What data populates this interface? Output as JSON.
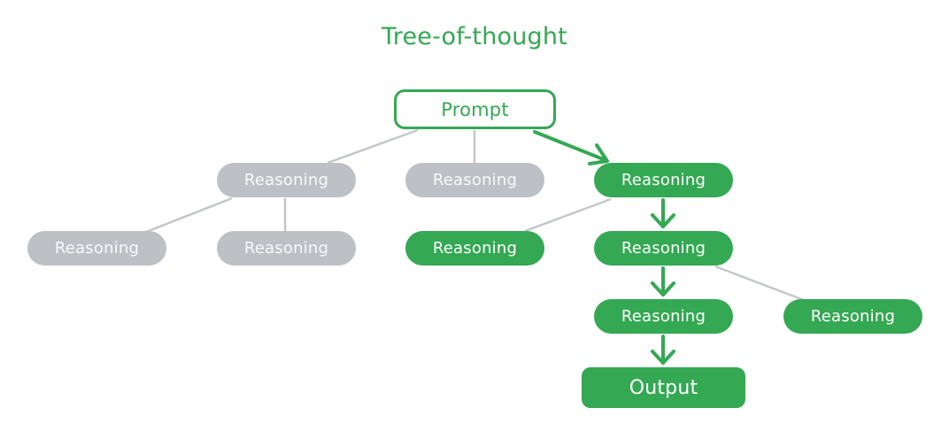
{
  "title": "Tree-of-thought",
  "colors": {
    "selected": "#34a853",
    "unselected": "#bdc1c6",
    "edge_unselected": "#c4c7ca"
  },
  "nodes": {
    "prompt": {
      "label": "Prompt",
      "state": "selected"
    },
    "r1_left": {
      "label": "Reasoning",
      "state": "unselected"
    },
    "r1_mid": {
      "label": "Reasoning",
      "state": "unselected"
    },
    "r1_right": {
      "label": "Reasoning",
      "state": "selected"
    },
    "r2_a": {
      "label": "Reasoning",
      "state": "unselected"
    },
    "r2_b": {
      "label": "Reasoning",
      "state": "unselected"
    },
    "r2_c": {
      "label": "Reasoning",
      "state": "selected"
    },
    "r2_d": {
      "label": "Reasoning",
      "state": "selected"
    },
    "r3_a": {
      "label": "Reasoning",
      "state": "selected"
    },
    "r3_b": {
      "label": "Reasoning",
      "state": "selected"
    },
    "output": {
      "label": "Output",
      "state": "selected"
    }
  },
  "edges": [
    {
      "from": "prompt",
      "to": "r1_left",
      "style": "line-gray"
    },
    {
      "from": "prompt",
      "to": "r1_mid",
      "style": "line-gray"
    },
    {
      "from": "prompt",
      "to": "r1_right",
      "style": "arrow-green"
    },
    {
      "from": "r1_left",
      "to": "r2_a",
      "style": "line-gray"
    },
    {
      "from": "r1_left",
      "to": "r2_b",
      "style": "line-gray"
    },
    {
      "from": "r1_right",
      "to": "r2_c",
      "style": "line-gray"
    },
    {
      "from": "r1_right",
      "to": "r2_d",
      "style": "arrow-green"
    },
    {
      "from": "r2_d",
      "to": "r3_a",
      "style": "arrow-green"
    },
    {
      "from": "r2_d",
      "to": "r3_b",
      "style": "line-gray"
    },
    {
      "from": "r3_a",
      "to": "output",
      "style": "arrow-green"
    }
  ]
}
